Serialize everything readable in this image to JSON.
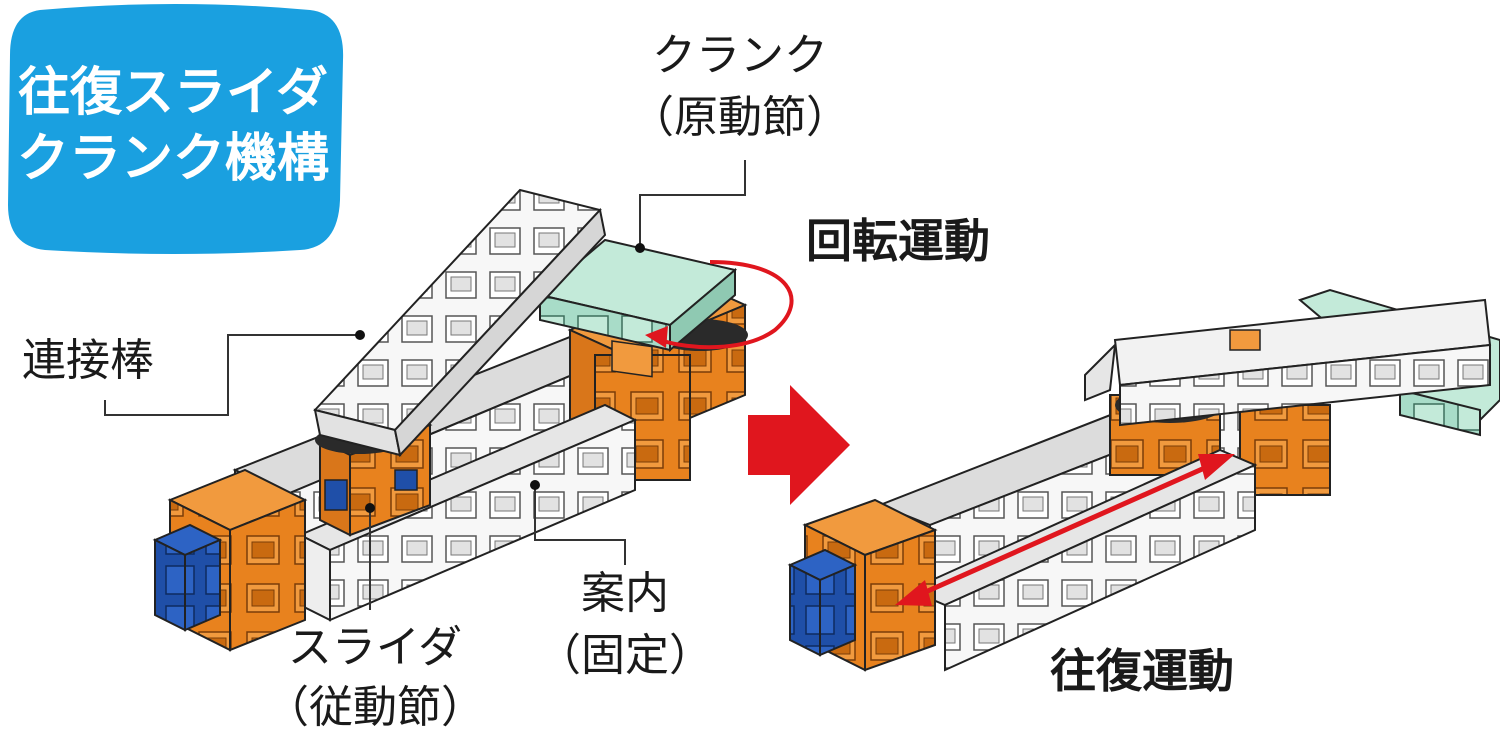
{
  "title": {
    "line1": "往復スライダ",
    "line2": "クランク機構"
  },
  "labels": {
    "crank": {
      "line1": "クランク",
      "line2": "（原動節）"
    },
    "connecting_rod": "連接棒",
    "slider": {
      "line1": "スライダ",
      "line2": "（従動節）"
    },
    "guide": {
      "line1": "案内",
      "line2": "（固定）"
    },
    "rotary_motion": "回転運動",
    "reciprocating_motion": "往復運動"
  },
  "colors": {
    "badge_blue": "#1aa0e0",
    "orange": "#e8821e",
    "white_block": "#f4f4f4",
    "mint": "#a8dcc8",
    "navy": "#1f4fa8",
    "arrow_red": "#e0161e",
    "line": "#333333"
  },
  "icons": [
    "right-arrow-icon",
    "rotation-arrow-icon",
    "double-headed-arrow-icon"
  ]
}
